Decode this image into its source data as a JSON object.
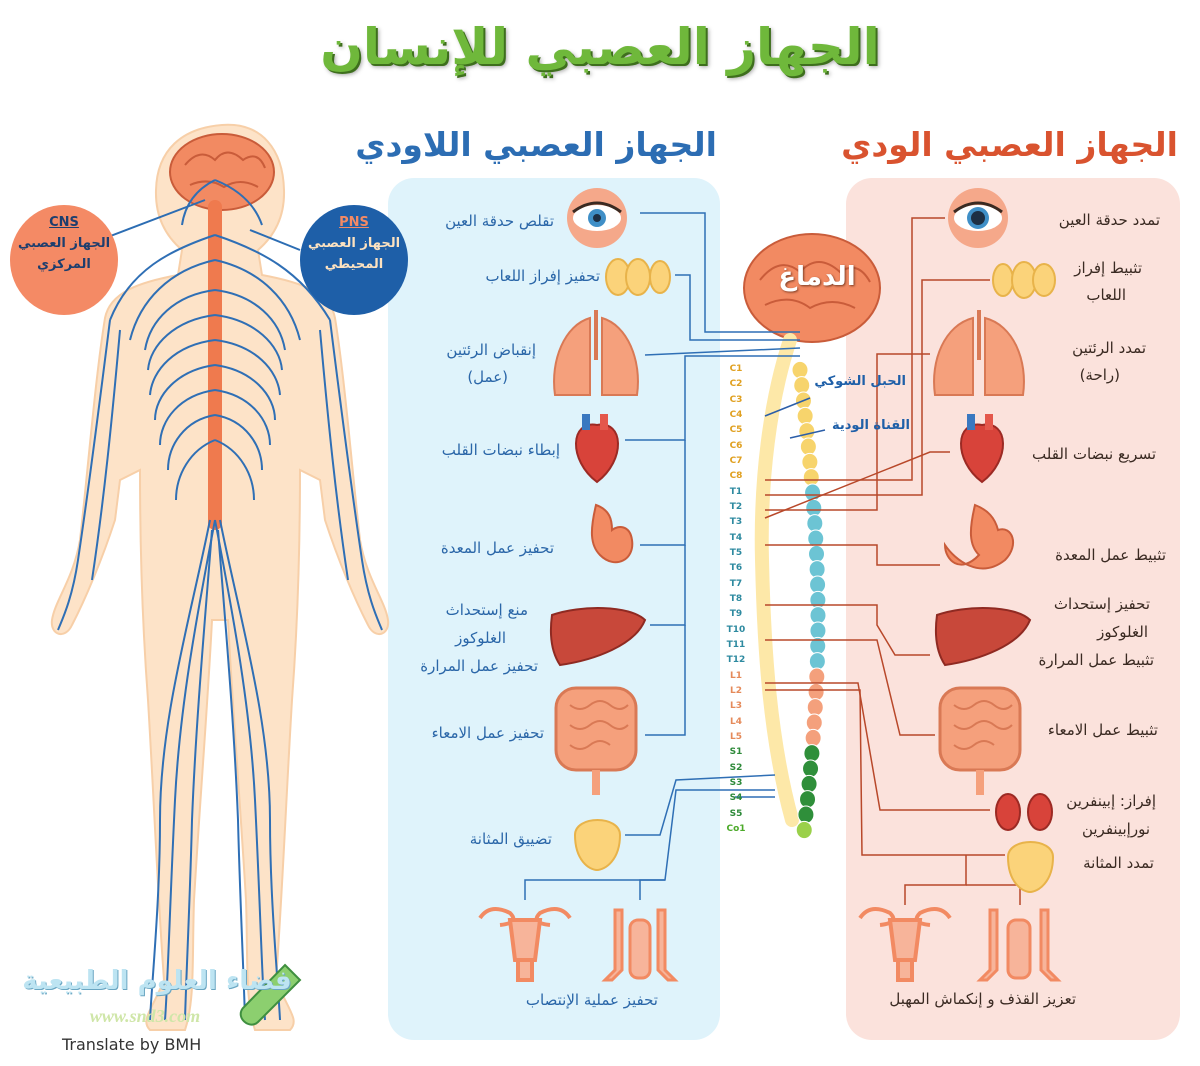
{
  "title": "الجهاز العصبي للإنسان",
  "parasympathetic_title": "الجهاز العصبي اللاودي",
  "sympathetic_title": "الجهاز العصبي الودي",
  "cns": {
    "abbr": "CNS",
    "line1": "الجهاز العصبي",
    "line2": "المركزي"
  },
  "pns": {
    "abbr": "PNS",
    "line1": "الجهاز العصبي",
    "line2": "المحيطي"
  },
  "brain_label": "الدماغ",
  "spinal_cord_label": "الحبل الشوكي",
  "sympathetic_chain_label": "القناة الودية",
  "parasympathetic_effects": {
    "eye": "تقلص حدقة العين",
    "saliva": "تحفيز إفراز اللعاب",
    "lungs_1": "إنقباض الرئتين",
    "lungs_2": "(عمل)",
    "heart": "إبطاء نبضات القلب",
    "stomach": "تحفيز عمل المعدة",
    "liver_1": "منع إستحداث",
    "liver_2": "الغلوكوز",
    "liver_3": "تحفيز عمل المرارة",
    "intestine": "تحفيز عمل الامعاء",
    "bladder": "تضييق المثانة",
    "genitals": "تحفيز عملية الإنتصاب"
  },
  "sympathetic_effects": {
    "eye": "تمدد حدقة العين",
    "saliva_1": "تثبيط إفراز",
    "saliva_2": "اللعاب",
    "lungs_1": "تمدد الرئتين",
    "lungs_2": "(راحة)",
    "heart": "تسريع نبضات القلب",
    "stomach": "تثبيط عمل المعدة",
    "liver_1": "تحفيز إستحداث",
    "liver_2": "الغلوكوز",
    "liver_3": "تثبيط عمل المرارة",
    "intestine": "تثبيط عمل الامعاء",
    "adrenal_1": "إفراز: إبينفرين",
    "adrenal_2": "نورإبينفرين",
    "bladder": "تمدد المثانة",
    "genitals": "تعزيز القذف و إنكماش المهبل"
  },
  "vertebrae": [
    "C1",
    "C2",
    "C3",
    "C4",
    "C5",
    "C6",
    "C7",
    "C8",
    "T1",
    "T2",
    "T3",
    "T4",
    "T5",
    "T6",
    "T7",
    "T8",
    "T9",
    "T10",
    "T11",
    "T12",
    "L1",
    "L2",
    "L3",
    "L4",
    "L5",
    "S1",
    "S2",
    "S3",
    "S4",
    "S5",
    "Co1"
  ],
  "watermark": {
    "name": "فضاء العلوم الطبيعية",
    "url": "www.snd3.com",
    "credit": "Translate by BMH"
  },
  "colors": {
    "title_green": "#6fb83b",
    "para_blue": "#2c6db3",
    "symp_red": "#d9532f",
    "para_panel": "#dff3fb",
    "symp_panel": "#fbe2dc",
    "organ_orange": "#f28a62",
    "nerve_blue": "#2f6fb5"
  }
}
